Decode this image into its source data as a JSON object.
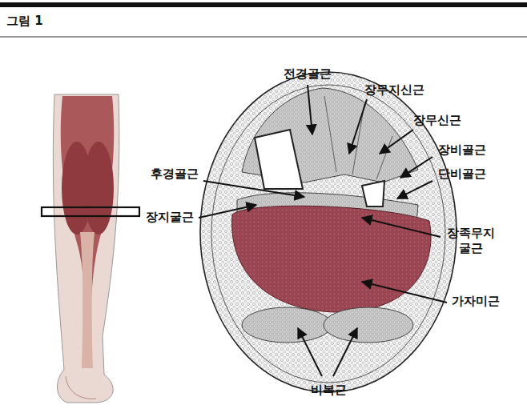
{
  "diagram": {
    "title": "그림 1",
    "labels": [
      "전경골근",
      "장무지신근",
      "장무신근",
      "장비골근",
      "단비골근",
      "후경골근",
      "장지굴근",
      "장족무지 굴근",
      "가자미근",
      "비복근"
    ]
  }
}
